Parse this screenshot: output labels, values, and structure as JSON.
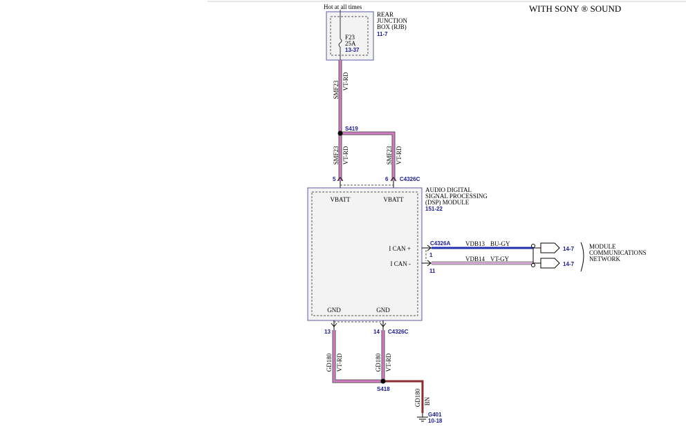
{
  "header": {
    "title": "WITH SONY ® SOUND"
  },
  "colors": {
    "vt_rd": "#d77bc7",
    "bu_gy": "#1f2fb3",
    "vt_gy": "#d9a8d9",
    "bn": "#8b2e2e",
    "box_fill": "#f3f3f3",
    "box_border": "#5a5aa8",
    "ref_blue": "#1a1a9c"
  },
  "rjb": {
    "hot_label": "Hot at all times",
    "name_lines": [
      "REAR",
      "JUNCTION",
      "BOX (RJB)"
    ],
    "ref": "11-7",
    "fuse_name": "F23",
    "fuse_rating": "25A",
    "fuse_ref": "13-37"
  },
  "wires": {
    "feed_circuit": "SMF23",
    "feed_color": "VT-RD",
    "branch_left_circuit": "SMF23",
    "branch_left_color": "VT-RD",
    "branch_right_circuit": "SMF23",
    "branch_right_color": "VT-RD",
    "gnd_left_circuit": "GD180",
    "gnd_left_color": "VT-RD",
    "gnd_right_circuit": "GD180",
    "gnd_right_color": "VT-RD",
    "gnd_out_circuit": "GD180",
    "gnd_out_color": "BN",
    "can_hi_circuit": "VDB13",
    "can_hi_color": "BU-GY",
    "can_lo_circuit": "VDB14",
    "can_lo_color": "VT-GY"
  },
  "splices": {
    "top": "S419",
    "bottom": "S418"
  },
  "dsp": {
    "name_lines": [
      "AUDIO DIGITAL",
      "SIGNAL PROCESSING",
      "(DSP) MODULE"
    ],
    "ref": "151-22",
    "vbatt_left": "VBATT",
    "vbatt_right": "VBATT",
    "ican_plus": "I CAN +",
    "ican_minus": "I CAN -",
    "gnd_left": "GND",
    "gnd_right": "GND"
  },
  "connectors": {
    "top_connector": "C4326C",
    "pin_vbatt_left": "5",
    "pin_vbatt_right": "6",
    "can_connector": "C4326A",
    "pin_can_hi": "1",
    "pin_can_lo": "11",
    "bottom_connector": "C4326C",
    "pin_gnd_left": "13",
    "pin_gnd_right": "14"
  },
  "network": {
    "ref_hi": "14-7",
    "ref_lo": "14-7",
    "label_lines": [
      "MODULE",
      "COMMUNICATIONS",
      "NETWORK"
    ]
  },
  "ground": {
    "name": "G401",
    "ref": "10-18"
  }
}
